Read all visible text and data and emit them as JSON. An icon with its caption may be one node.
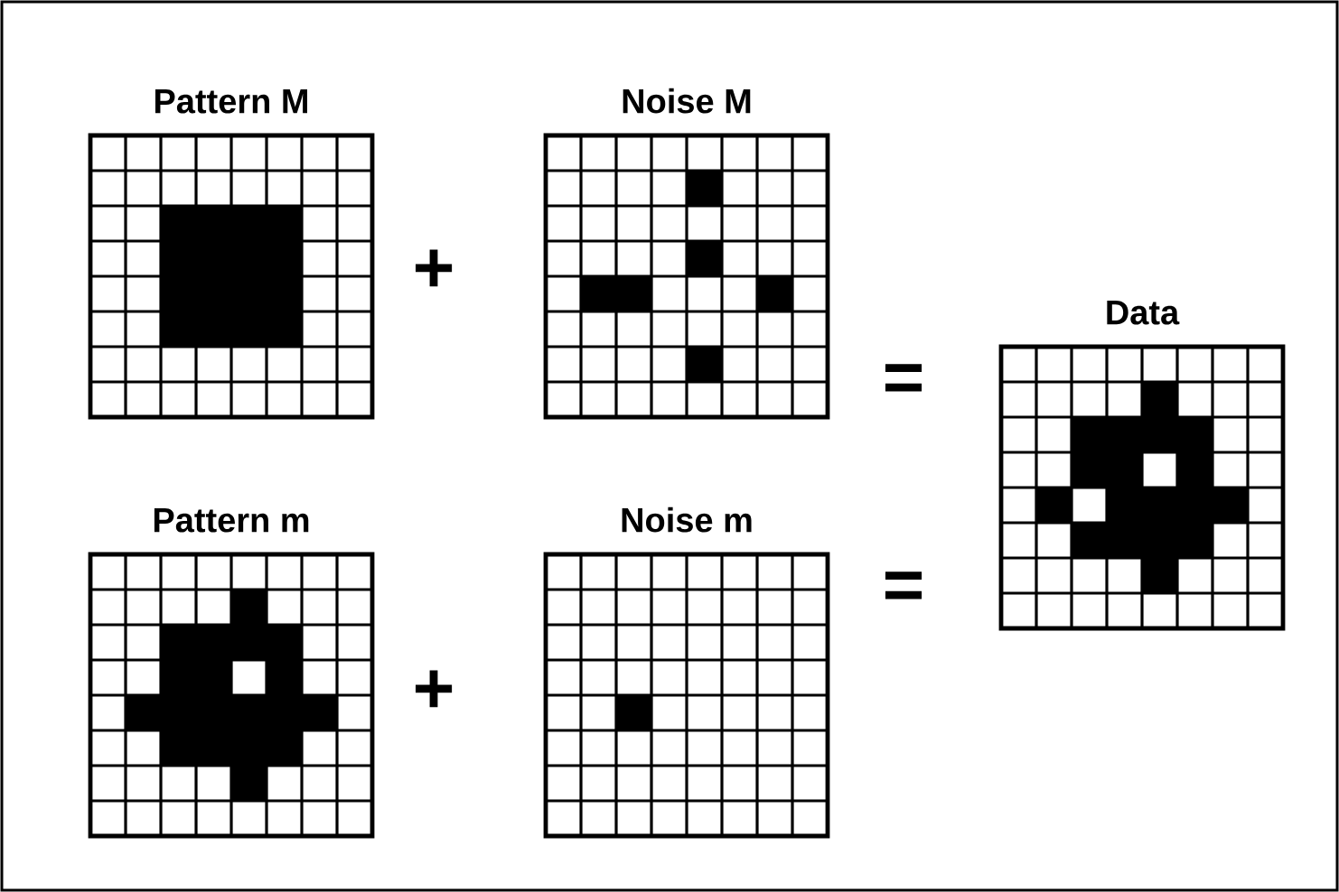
{
  "diagram": {
    "nodes": [
      {
        "text": [
          "Pattern M"
        ]
      },
      {
        "text": [
          "Noise M"
        ]
      },
      {
        "text": [
          "Pattern m"
        ]
      },
      {
        "text": [
          "Noise m"
        ]
      },
      {
        "text": [
          "Data"
        ]
      }
    ],
    "labels": [
      "+",
      "=",
      "+",
      "="
    ]
  }
}
